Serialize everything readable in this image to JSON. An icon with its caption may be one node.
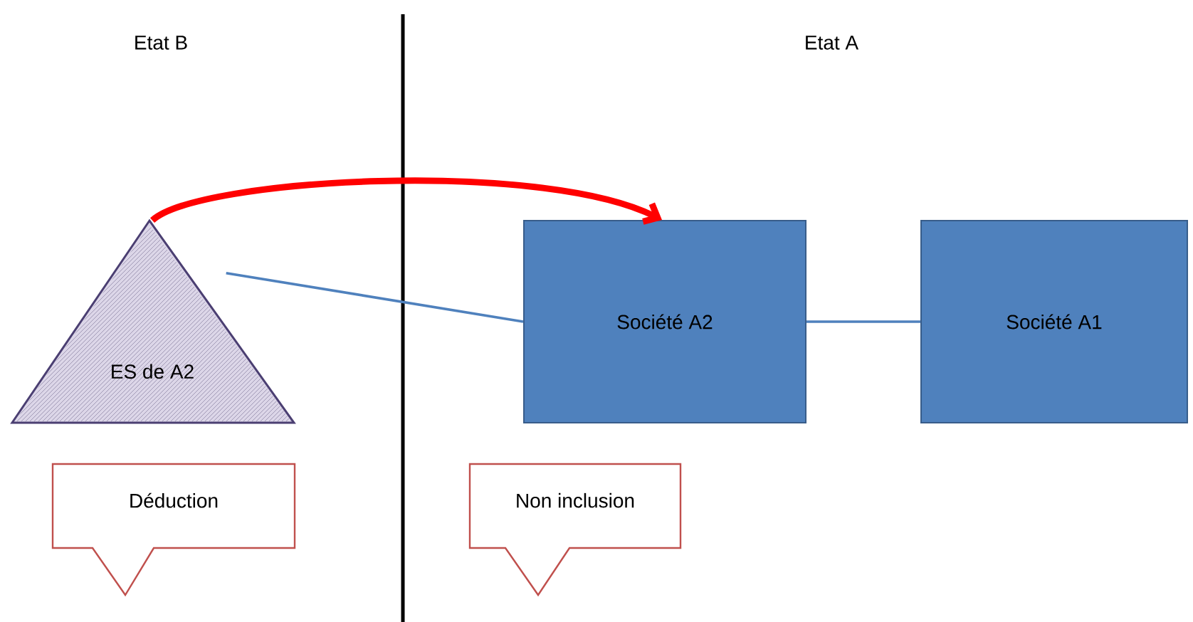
{
  "diagram": {
    "nodes": [
      {
        "text": [
          "ES de A2"
        ]
      },
      {
        "text": [
          "Société A2"
        ]
      },
      {
        "text": [
          "Société A1"
        ]
      },
      {
        "text": [
          "Déduction"
        ]
      },
      {
        "text": [
          "Non inclusion"
        ]
      }
    ],
    "edges": [
      {
        "from": 0,
        "to": 1,
        "arrow": "none"
      },
      {
        "from": 1,
        "to": 2,
        "arrow": "none"
      },
      {
        "from": 0,
        "to": 1,
        "arrow": "to",
        "style": "thick",
        "color": "#ff0000"
      }
    ],
    "labels": [
      "Etat B",
      "Etat A"
    ]
  }
}
